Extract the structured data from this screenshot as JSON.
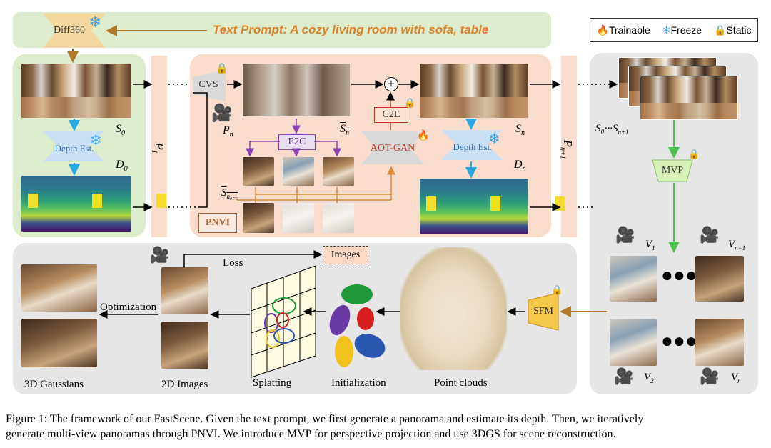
{
  "prompt_label": "Text Prompt: A cozy living room with sofa, table",
  "legend": {
    "trainable": "Trainable",
    "freeze": "Freeze",
    "static": "Static"
  },
  "modules": {
    "diff360": "Diff360",
    "depth_est": "Depth Est.",
    "cvs": "CVS",
    "e2c": "E2C",
    "c2e": "C2E",
    "aot_gan": "AOT-GAN",
    "mvp": "MVP",
    "sfm": "SFM",
    "pnvi": "PNVI",
    "images": "Images"
  },
  "symbols": {
    "s0": "S",
    "s0_sub": "0",
    "d0": "D",
    "d0_sub": "0",
    "p1": "P",
    "p1_sub": "1",
    "pn": "P",
    "pn_sub": "n",
    "sbar_n": "S",
    "sbar_n_sub": "n",
    "sbar_n05": "S",
    "sbar_n05_sub": "n₀₋₅",
    "sn": "S",
    "sn_sub": "n",
    "dn": "D",
    "dn_sub": "n",
    "pn1": "P",
    "pn1_sub": "n+1",
    "s0_sn1": "S₀···S",
    "s0_sn1_sub": "n+1",
    "v1": "V",
    "v1_sub": "1",
    "vn1": "V",
    "vn1_sub": "n−1",
    "v2": "V",
    "v2_sub": "2",
    "vn": "V",
    "vn_sub": "n"
  },
  "bottom_labels": {
    "loss": "Loss",
    "optimization": "Optimization",
    "gaussians": "3D Gaussians",
    "images_2d": "2D Images",
    "splatting": "Splatting",
    "initialization": "Initialization",
    "point_clouds": "Point clouds"
  },
  "caption": {
    "line1": "Figure 1: The framework of our FastScene. Given the text prompt, we first generate a panorama and estimate its depth. Then, we iteratively",
    "line2": "generate multi-view panoramas through PNVI. We introduce MVP for perspective projection and use 3DGS for scene reconstruction."
  },
  "colors": {
    "green_panel": "#dceccd",
    "pink_panel": "#f9dccb",
    "gray_panel": "#e6e6e6",
    "prompt_orange": "#d9822b",
    "blue_arrow": "#2aa9e0",
    "purple": "#8a3fb5",
    "orange_line": "#d98a3a",
    "green_arrow": "#4cc24c",
    "brown_arrow": "#b07a2a"
  }
}
